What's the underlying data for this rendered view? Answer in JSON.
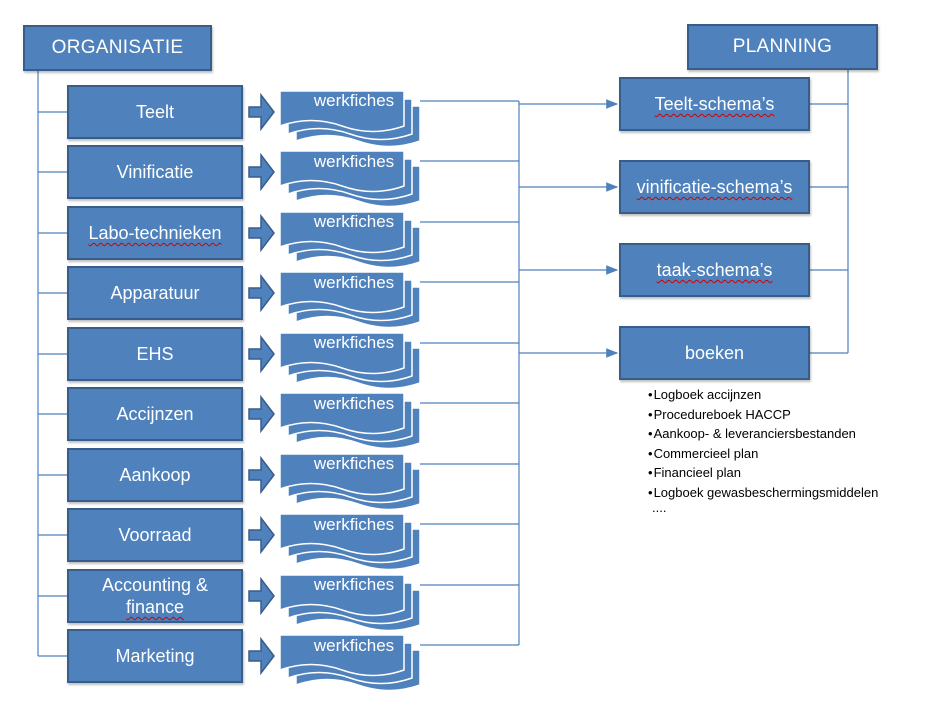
{
  "organisatie": {
    "label": "ORGANISATIE"
  },
  "planning": {
    "label": "PLANNING"
  },
  "categories": [
    {
      "label": "Teelt",
      "squiggle": false
    },
    {
      "label": "Vinificatie",
      "squiggle": false
    },
    {
      "label": "Labo-technieken",
      "squiggle": true
    },
    {
      "label": "Apparatuur",
      "squiggle": false
    },
    {
      "label": "EHS",
      "squiggle": false
    },
    {
      "label": "Accijnzen",
      "squiggle": false
    },
    {
      "label": "Aankoop",
      "squiggle": false
    },
    {
      "label": "Voorraad",
      "squiggle": false
    },
    {
      "label_line1": "Accounting &",
      "label_line2": "finance",
      "squiggle": true
    },
    {
      "label": "Marketing",
      "squiggle": false
    }
  ],
  "werkfiche_label": "werkfiches",
  "planning_items": [
    {
      "label": "Teelt-schema’s",
      "squiggle": true
    },
    {
      "label": "vinificatie-schema’s",
      "squiggle": true
    },
    {
      "label": "taak-schema’s",
      "squiggle": true
    },
    {
      "label": "boeken",
      "squiggle": false
    }
  ],
  "boeken_list": [
    "Logboek accijnzen",
    "Procedureboek HACCP",
    "Aankoop- & leveranciersbestanden",
    "Commercieel plan",
    "Financieel plan",
    "Logboek gewasbeschermingsmiddelen"
  ],
  "boeken_list_more": "....",
  "colors": {
    "box_fill": "#4f81bd",
    "box_border": "#385d8a",
    "line": "#4f81bd"
  }
}
